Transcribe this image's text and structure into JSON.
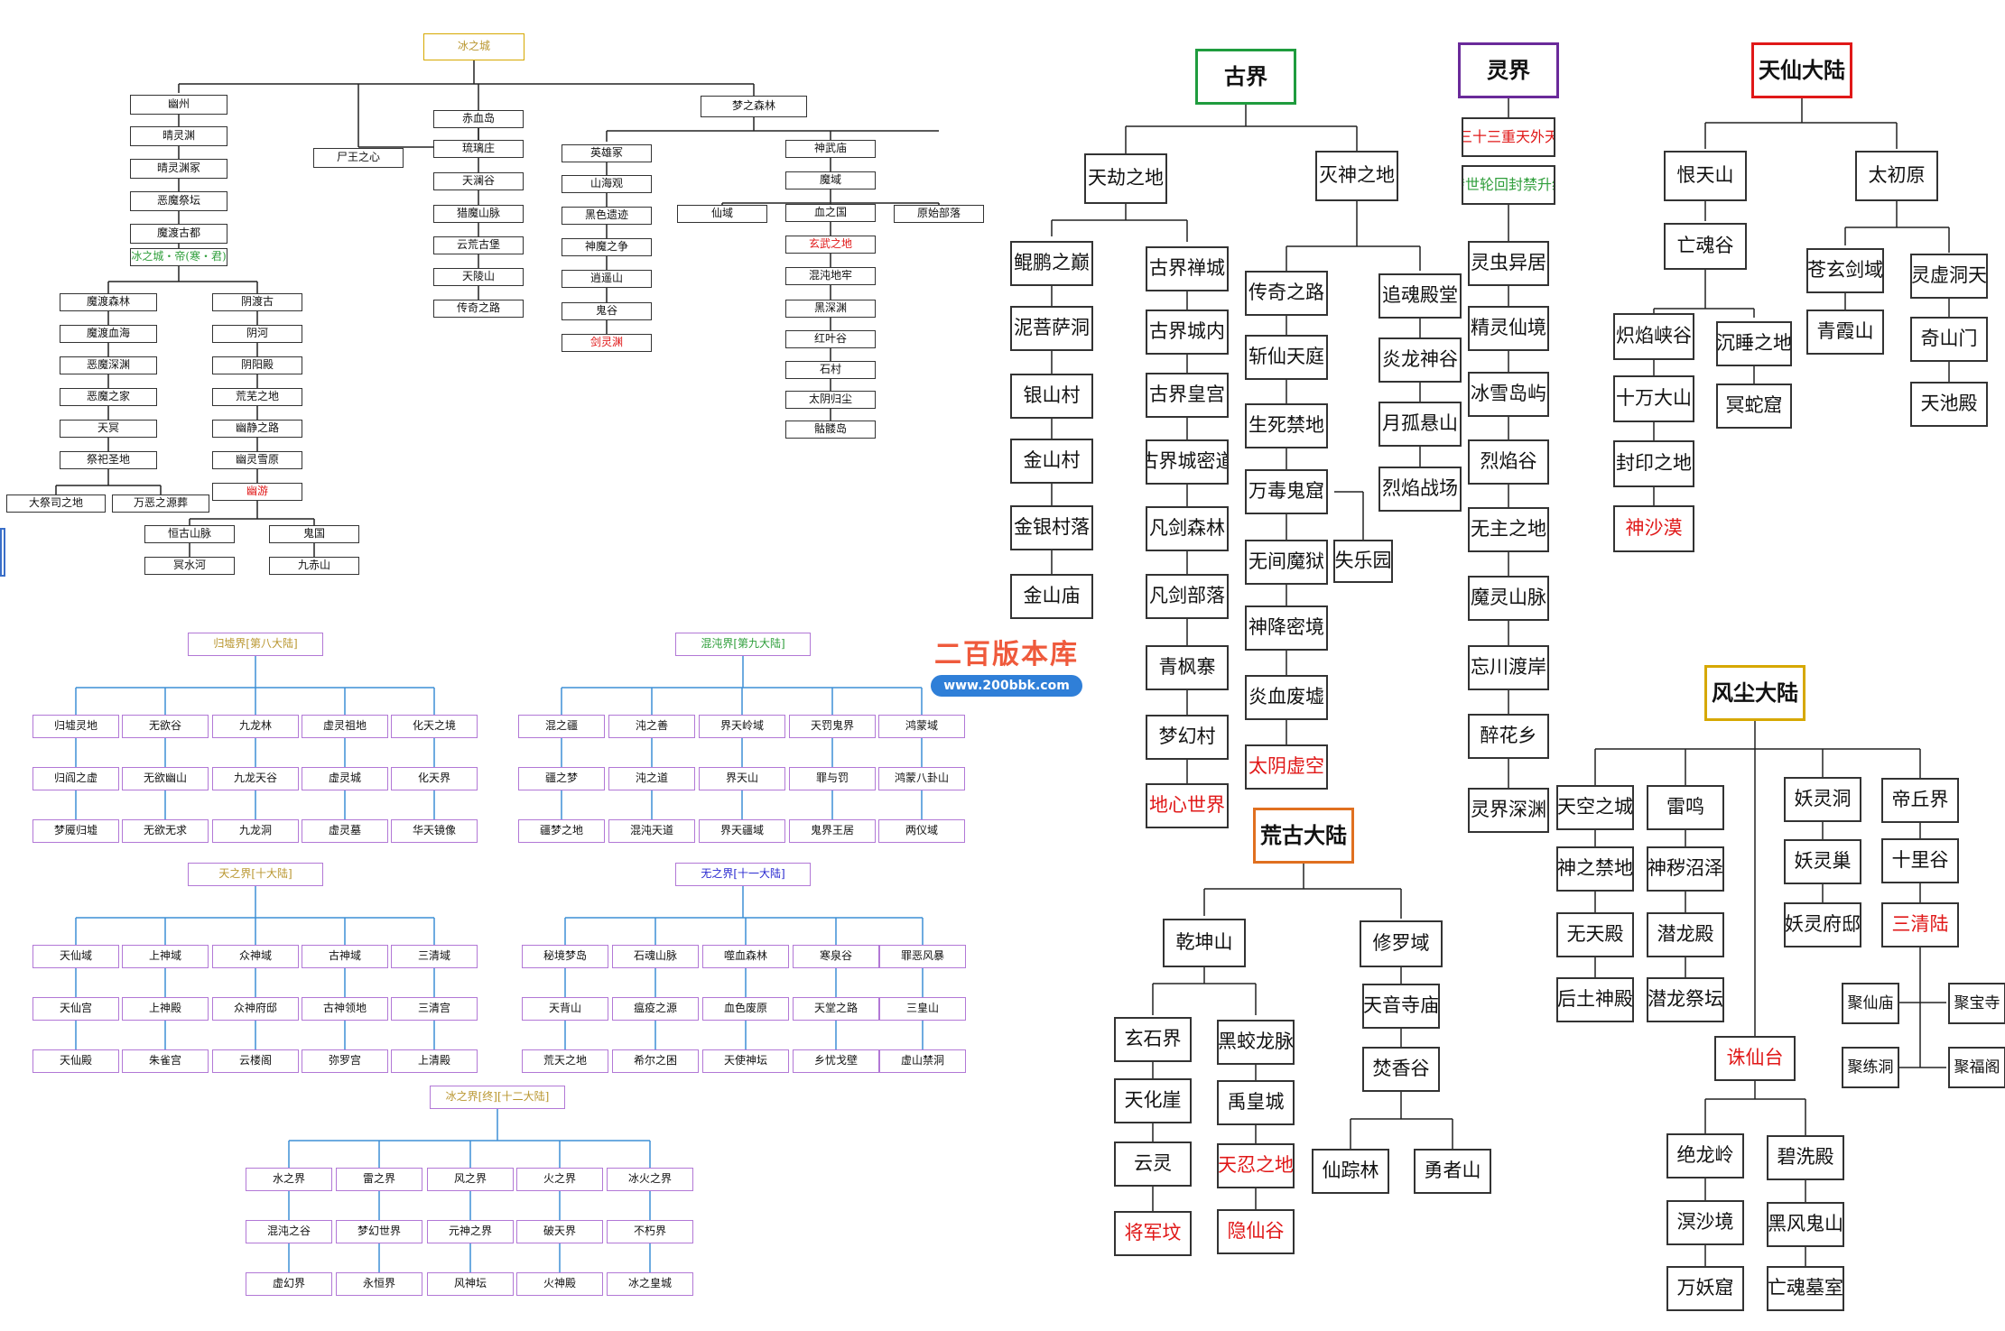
{
  "watermark": {
    "title": "二百版本库",
    "url": "www.200bbk.com"
  },
  "colors": {
    "border": "#333333",
    "line": "#222222",
    "purple_box": "#b278d6",
    "blue_line": "#3d8fd6",
    "red_text": "#e01818",
    "green_frame": "#1f9c3e",
    "purple_frame": "#6a2a9a",
    "red_frame": "#e01818",
    "orange_frame": "#e07020",
    "gold_frame": "#d6a800"
  },
  "trees": {
    "bingzhicheng": {
      "title": "冰之城",
      "chain_left": [
        "幽州",
        "晴灵渊",
        "晴灵渊冢",
        "恶魔祭坛",
        "魔渡古都",
        "冰之城・帝(寒・君)"
      ],
      "under_dudu_left": [
        "魔渡森林",
        "魔渡血海",
        "恶魔深渊",
        "恶魔之家",
        "天冥",
        "祭祀圣地"
      ],
      "under_dudu_left_leaves": [
        "大祭司之地",
        "万恶之源葬"
      ],
      "under_dudu_right": [
        "阴渡古",
        "阴河",
        "阴阳殿",
        "荒芜之地",
        "幽静之路",
        "幽灵雪原",
        "幽游"
      ],
      "under_youyou": [
        "恒古山脉",
        "冥水河",
        "鬼国",
        "九赤山"
      ],
      "shi_wang": "尸王之心",
      "chixuedao": [
        "赤血岛",
        "琉璃庄",
        "天澜谷",
        "猎魔山脉",
        "云荒古堡",
        "天陵山",
        "传奇之路"
      ],
      "mengzhisenlin": "梦之森林",
      "yingxiong": [
        "英雄冢",
        "山海观",
        "黑色遗迹",
        "神魔之争",
        "逍遥山",
        "鬼谷",
        "剑灵渊"
      ],
      "xianyu": "仙域",
      "moyu": "魔域",
      "shenwu": [
        "神武庙",
        "魔域",
        "血之国",
        "玄武之地",
        "混沌地牢",
        "黑深渊",
        "红叶谷",
        "石村",
        "太阴归尘",
        "骷髅岛"
      ],
      "yuanshi": "原始部落"
    },
    "guixu": {
      "title": "归墟界[第八大陆]",
      "cols": [
        [
          "归墟灵地",
          "归阎之虚",
          "梦魇归墟"
        ],
        [
          "无欲谷",
          "无欲幽山",
          "无欲无求"
        ],
        [
          "九龙林",
          "九龙天谷",
          "九龙洞"
        ],
        [
          "虚灵祖地",
          "虚灵城",
          "虚灵墓"
        ],
        [
          "化天之境",
          "化天界",
          "华天镜像"
        ]
      ]
    },
    "hundun": {
      "title": "混沌界[第九大陆]",
      "cols": [
        [
          "混之疆",
          "疆之梦",
          "疆梦之地"
        ],
        [
          "沌之善",
          "沌之道",
          "混沌天道"
        ],
        [
          "界天岭域",
          "界天山",
          "界天疆域"
        ],
        [
          "天罚鬼界",
          "罪与罚",
          "鬼界王居"
        ],
        [
          "鸿蒙域",
          "鸿蒙八卦山",
          "两仪域"
        ]
      ]
    },
    "tianzhi": {
      "title": "天之界[十大陆]",
      "cols": [
        [
          "天仙域",
          "天仙宫",
          "天仙殿"
        ],
        [
          "上神域",
          "上神殿",
          "朱雀宫"
        ],
        [
          "众神域",
          "众神府邸",
          "云楼阁"
        ],
        [
          "古神域",
          "古神领地",
          "弥罗宫"
        ],
        [
          "三清域",
          "三清宫",
          "上清殿"
        ]
      ]
    },
    "wuzhi": {
      "title": "无之界[十一大陆]",
      "cols": [
        [
          "秘境梦岛",
          "天背山",
          "荒天之地"
        ],
        [
          "石魂山脉",
          "瘟疫之源",
          "希尔之困"
        ],
        [
          "噬血森林",
          "血色废原",
          "天使神坛"
        ],
        [
          "寒泉谷",
          "天堂之路",
          "乡忧戈壁"
        ],
        [
          "罪恶风暴",
          "三皇山",
          "虚山禁洞"
        ]
      ]
    },
    "bingzhijie": {
      "title": "冰之界[终][十二大陆]",
      "cols": [
        [
          "水之界",
          "混沌之谷",
          "虚幻界"
        ],
        [
          "雷之界",
          "梦幻世界",
          "永恒界"
        ],
        [
          "风之界",
          "元神之界",
          "风神坛"
        ],
        [
          "火之界",
          "破天界",
          "火神殿"
        ],
        [
          "冰火之界",
          "不朽界",
          "冰之皇城"
        ]
      ]
    },
    "gujie": {
      "title": "古界",
      "tianjie": "天劫之地",
      "miehun": "灭神之地",
      "col1": [
        "鲲鹏之巅",
        "泥菩萨洞",
        "银山村",
        "金山村",
        "金银村落",
        "金山庙"
      ],
      "col2": [
        "古界禅城",
        "古界城内",
        "古界皇宫",
        "古界城密道",
        "凡剑森林",
        "凡剑部落",
        "青枫寨",
        "梦幻村",
        "地心世界"
      ],
      "col3": [
        "传奇之路",
        "斩仙天庭",
        "生死禁地",
        "万毒鬼窟",
        "无间魔狱",
        "神降密境",
        "炎血废墟",
        "太阴虚空"
      ],
      "lexiu": "失乐园",
      "col4": [
        "追魂殿堂",
        "炎龙神谷",
        "月孤悬山",
        "烈焰战场"
      ]
    },
    "lingjie": {
      "title": "灵界",
      "sub1": "三十三重天外天",
      "sub2": "转世轮回封禁升级",
      "col": [
        "灵虫异居",
        "精灵仙境",
        "冰雪岛屿",
        "烈焰谷",
        "无主之地",
        "魔灵山脉",
        "忘川渡岸",
        "醉花乡",
        "灵界深渊"
      ]
    },
    "tianxian": {
      "title": "天仙大陆",
      "a": "恨天山",
      "b": "太初原",
      "wanghun": "亡魂谷",
      "wh_l": [
        "炽焰峡谷",
        "十万大山",
        "封印之地",
        "神沙漠"
      ],
      "wh_r": [
        "沉睡之地",
        "冥蛇窟"
      ],
      "tc_l": [
        "苍玄剑域",
        "青霞山"
      ],
      "tc_r": [
        "灵虚洞天",
        "奇山门",
        "天池殿"
      ]
    },
    "huanggu": {
      "title": "荒古大陆",
      "qiankun": "乾坤山",
      "xiuluo": "修罗域",
      "qk_l": [
        "玄石界",
        "天化崖",
        "云灵",
        "将军坟"
      ],
      "qk_r": [
        "黑蛟龙脉",
        "禹皇城",
        "天忍之地",
        "隐仙谷"
      ],
      "xl_col": [
        "天音寺庙",
        "焚香谷"
      ],
      "xl_leaves": [
        "仙踪林",
        "勇者山"
      ]
    },
    "fengchen": {
      "title": "风尘大陆",
      "cols": [
        [
          "天空之城",
          "神之禁地",
          "无天殿",
          "后土神殿"
        ],
        [
          "雷鸣",
          "神秽沼泽",
          "潜龙殿",
          "潜龙祭坛"
        ],
        [
          "妖灵洞",
          "妖灵巢",
          "妖灵府邸"
        ],
        [
          "帝丘界",
          "十里谷",
          "三清陆"
        ]
      ],
      "sanqing": [
        "聚仙庙",
        "聚宝寺",
        "聚练洞",
        "聚福阁"
      ],
      "zhuxian": "诛仙台",
      "zx_l": [
        "绝龙岭",
        "溟沙境",
        "万妖窟"
      ],
      "zx_r": [
        "碧洗殿",
        "黑风鬼山",
        "亡魂墓室"
      ]
    }
  }
}
